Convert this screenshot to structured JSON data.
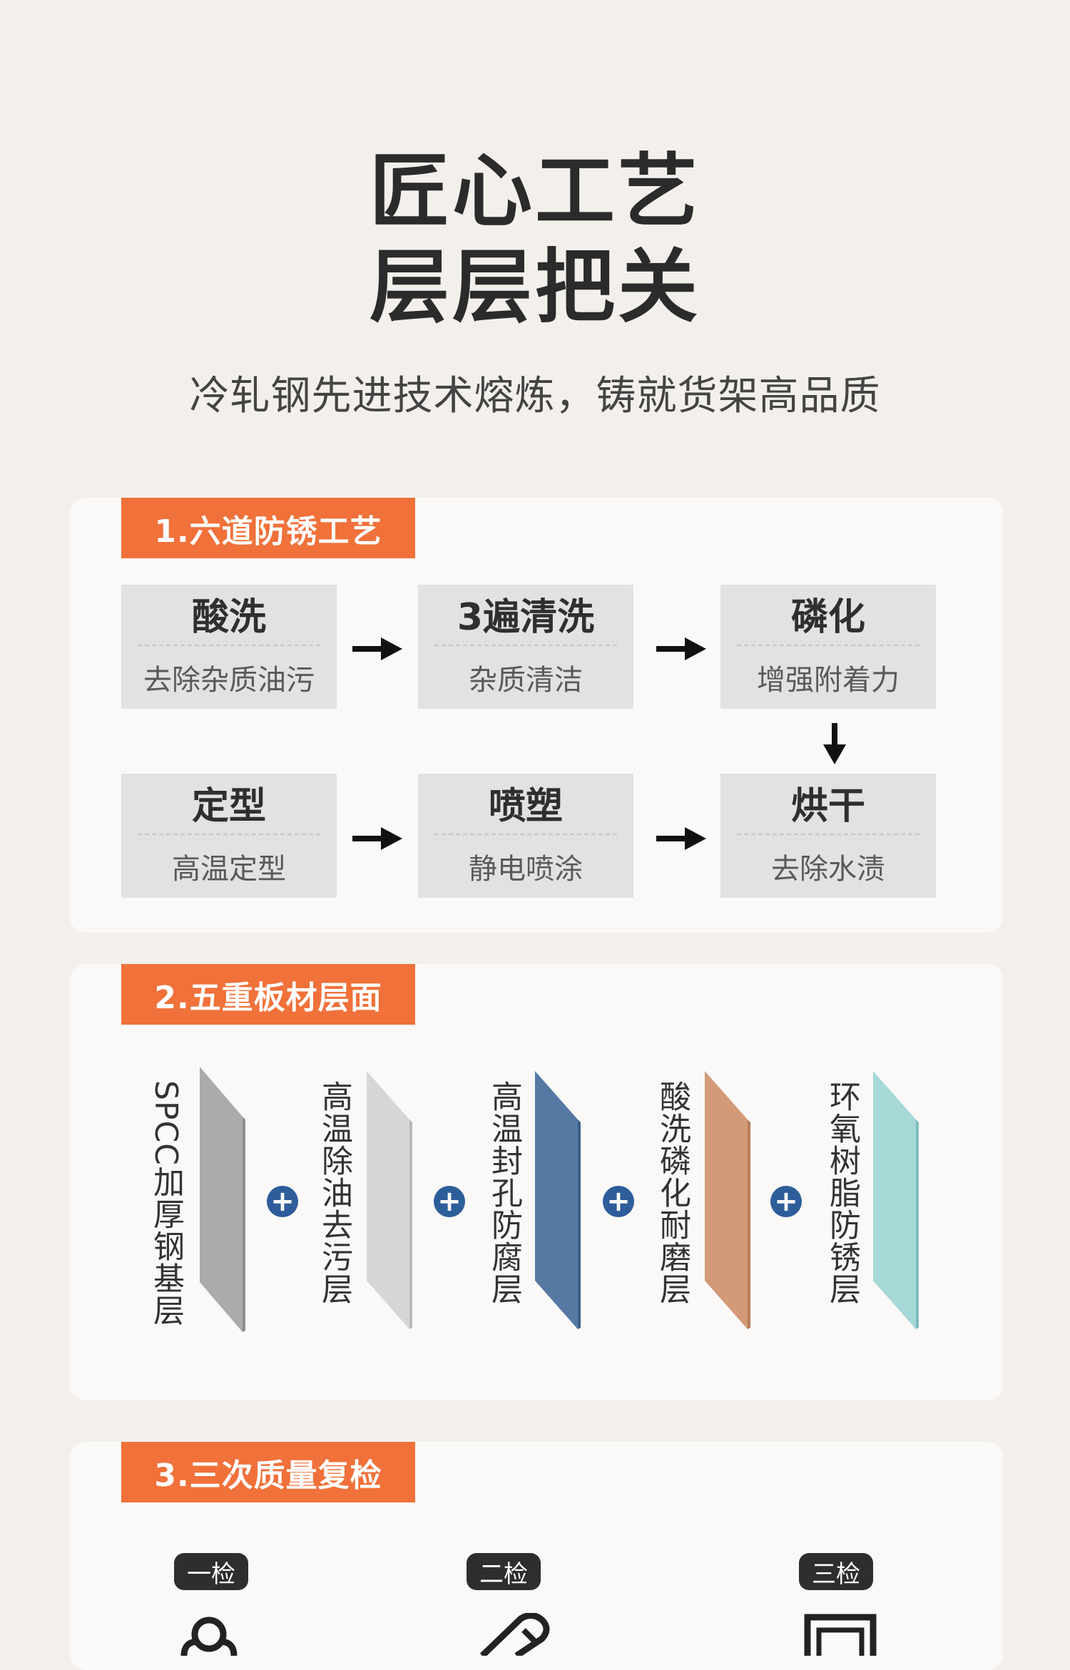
{
  "header": {
    "title_line1": "匠心工艺",
    "title_line2": "层层把关",
    "subtitle": "冷轧钢先进技术熔炼，铸就货架高品质"
  },
  "section1": {
    "tag": "1.六道防锈工艺",
    "steps": [
      {
        "title": "酸洗",
        "desc": "去除杂质油污"
      },
      {
        "title": "3遍清洗",
        "desc": "杂质清洁"
      },
      {
        "title": "磷化",
        "desc": "增强附着力"
      },
      {
        "title": "定型",
        "desc": "高温定型"
      },
      {
        "title": "喷塑",
        "desc": "静电喷涂"
      },
      {
        "title": "烘干",
        "desc": "去除水渍"
      }
    ]
  },
  "section2": {
    "tag": "2.五重板材层面",
    "layers": [
      {
        "label": "SPCC加厚钢基层",
        "color": "#a9abad"
      },
      {
        "label": "高温除油去污层",
        "color": "#d6d6d4"
      },
      {
        "label": "高温封孔防腐层",
        "color": "#5579a3"
      },
      {
        "label": "酸洗磷化耐磨层",
        "color": "#d29a77"
      },
      {
        "label": "环氧树脂防锈层",
        "color": "#a7d8d8"
      }
    ],
    "plus_symbol": "+"
  },
  "section3": {
    "tag": "3.三次质量复检",
    "checks": [
      {
        "badge": "一检"
      },
      {
        "badge": "二检"
      },
      {
        "badge": "三检"
      }
    ]
  },
  "colors": {
    "accent": "#f0713a",
    "background": "#f3f0eb",
    "card": "#faf9f8",
    "plus": "#2e5e9a"
  }
}
